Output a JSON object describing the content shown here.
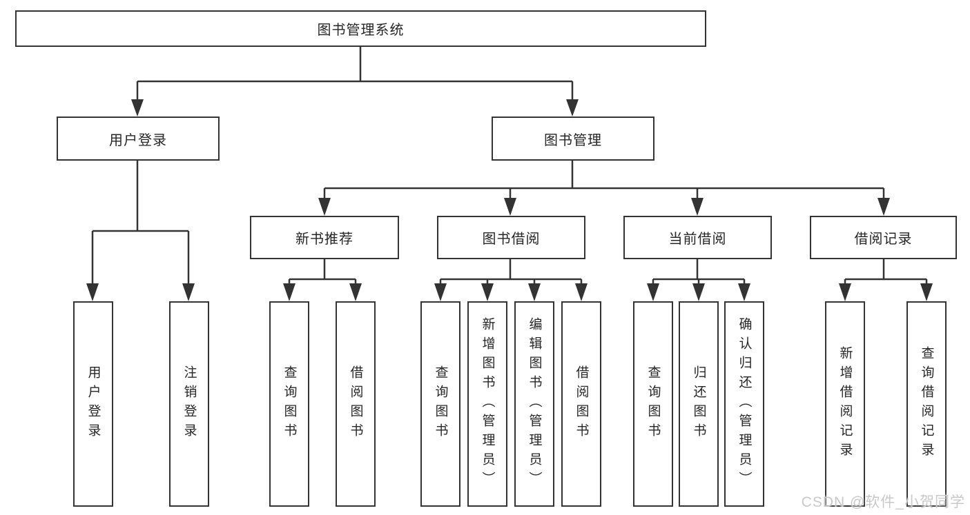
{
  "diagram": {
    "root": {
      "label": "图书管理系统"
    },
    "login": {
      "label": "用户登录",
      "children": [
        {
          "label": "用户登录"
        },
        {
          "label": "注销登录"
        }
      ]
    },
    "management": {
      "label": "图书管理",
      "groups": [
        {
          "label": "新书推荐",
          "children": [
            {
              "label": "查询图书"
            },
            {
              "label": "借阅图书"
            }
          ]
        },
        {
          "label": "图书借阅",
          "children": [
            {
              "label": "查询图书"
            },
            {
              "label": "新增图书（管理员）"
            },
            {
              "label": "编辑图书（管理员）"
            },
            {
              "label": "借阅图书"
            }
          ]
        },
        {
          "label": "当前借阅",
          "children": [
            {
              "label": "查询图书"
            },
            {
              "label": "归还图书"
            },
            {
              "label": "确认归还（管理员）"
            }
          ]
        },
        {
          "label": "借阅记录",
          "children": [
            {
              "label": "新增借阅记录"
            },
            {
              "label": "查询借阅记录"
            }
          ]
        }
      ]
    }
  },
  "watermark": {
    "text": "CSDN @软件_小贺同学"
  },
  "colors": {
    "line": "#333333",
    "box_border": "#333333",
    "box_background": "#ffffff",
    "text": "#262626",
    "watermark": "#c8c8c8"
  }
}
